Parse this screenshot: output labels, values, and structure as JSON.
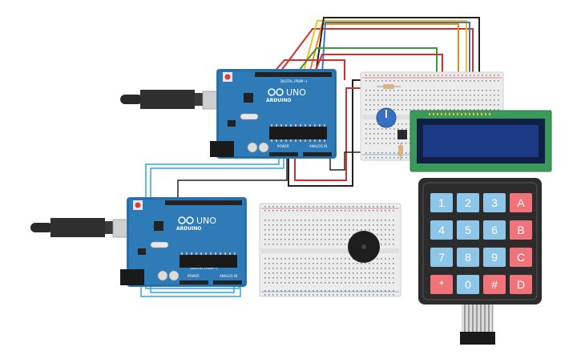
{
  "boards": {
    "top": {
      "brand": "ARDUINO",
      "model": "UNO",
      "digital": "DIGITAL (PWM~)",
      "power": "POWER",
      "analog": "ANALOG IN"
    },
    "bottom": {
      "brand": "ARDUINO",
      "model": "UNO",
      "digital": "DIGITAL (PWM~)",
      "power": "POWER",
      "analog": "ANALOG IN"
    }
  },
  "keypad": {
    "rows": [
      [
        "1",
        "2",
        "3",
        "A"
      ],
      [
        "4",
        "5",
        "6",
        "B"
      ],
      [
        "7",
        "8",
        "9",
        "C"
      ],
      [
        "*",
        "0",
        "#",
        "D"
      ]
    ]
  },
  "colors": {
    "board": "#2e7bb8",
    "board_dark": "#1f5f93",
    "breadboard": "#ececec",
    "lcd_pcb": "#3a9a5a",
    "lcd_screen": "#1d3a86",
    "keypad_body": "#2c2c2c",
    "key_blue": "#8ec6ea",
    "key_red": "#f1737a",
    "wire_red": "#d32f2f",
    "wire_green": "#3a9a3a",
    "wire_yellow": "#f0c020",
    "wire_orange": "#f08a10",
    "wire_blue": "#3a78c8",
    "wire_black": "#222222",
    "wire_cyan": "#2aa8d8"
  }
}
